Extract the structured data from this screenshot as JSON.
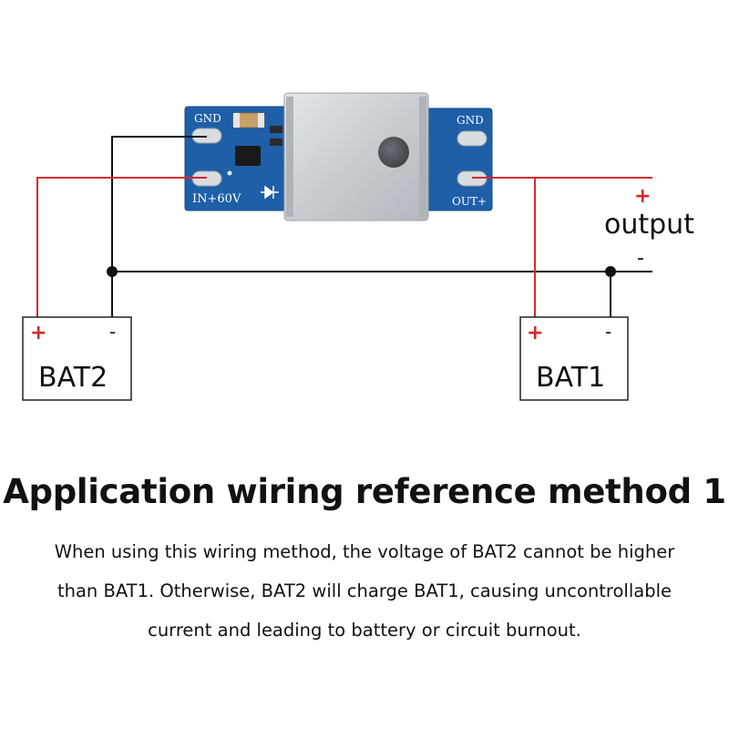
{
  "module": {
    "gnd_in_label": "GND",
    "in_label": "IN+60V",
    "gnd_out_label": "GND",
    "out_label": "OUT+"
  },
  "output": {
    "plus": "+",
    "label": "output",
    "minus": "-"
  },
  "bat2": {
    "label": "BAT2",
    "plus": "+",
    "minus": "-"
  },
  "bat1": {
    "label": "BAT1",
    "plus": "+",
    "minus": "-"
  },
  "caption": {
    "title": "Application wiring reference method 1",
    "lines": [
      "When using this wiring method, the voltage of BAT2 cannot be higher",
      "than BAT1. Otherwise, BAT2 will charge BAT1, causing uncontrollable",
      "current and leading to battery or circuit burnout."
    ]
  },
  "colors": {
    "positive_wire": "#d42a2a",
    "negative_wire": "#111111",
    "pcb": "#1e5fa8",
    "heatsink": "#c9cdd2"
  }
}
